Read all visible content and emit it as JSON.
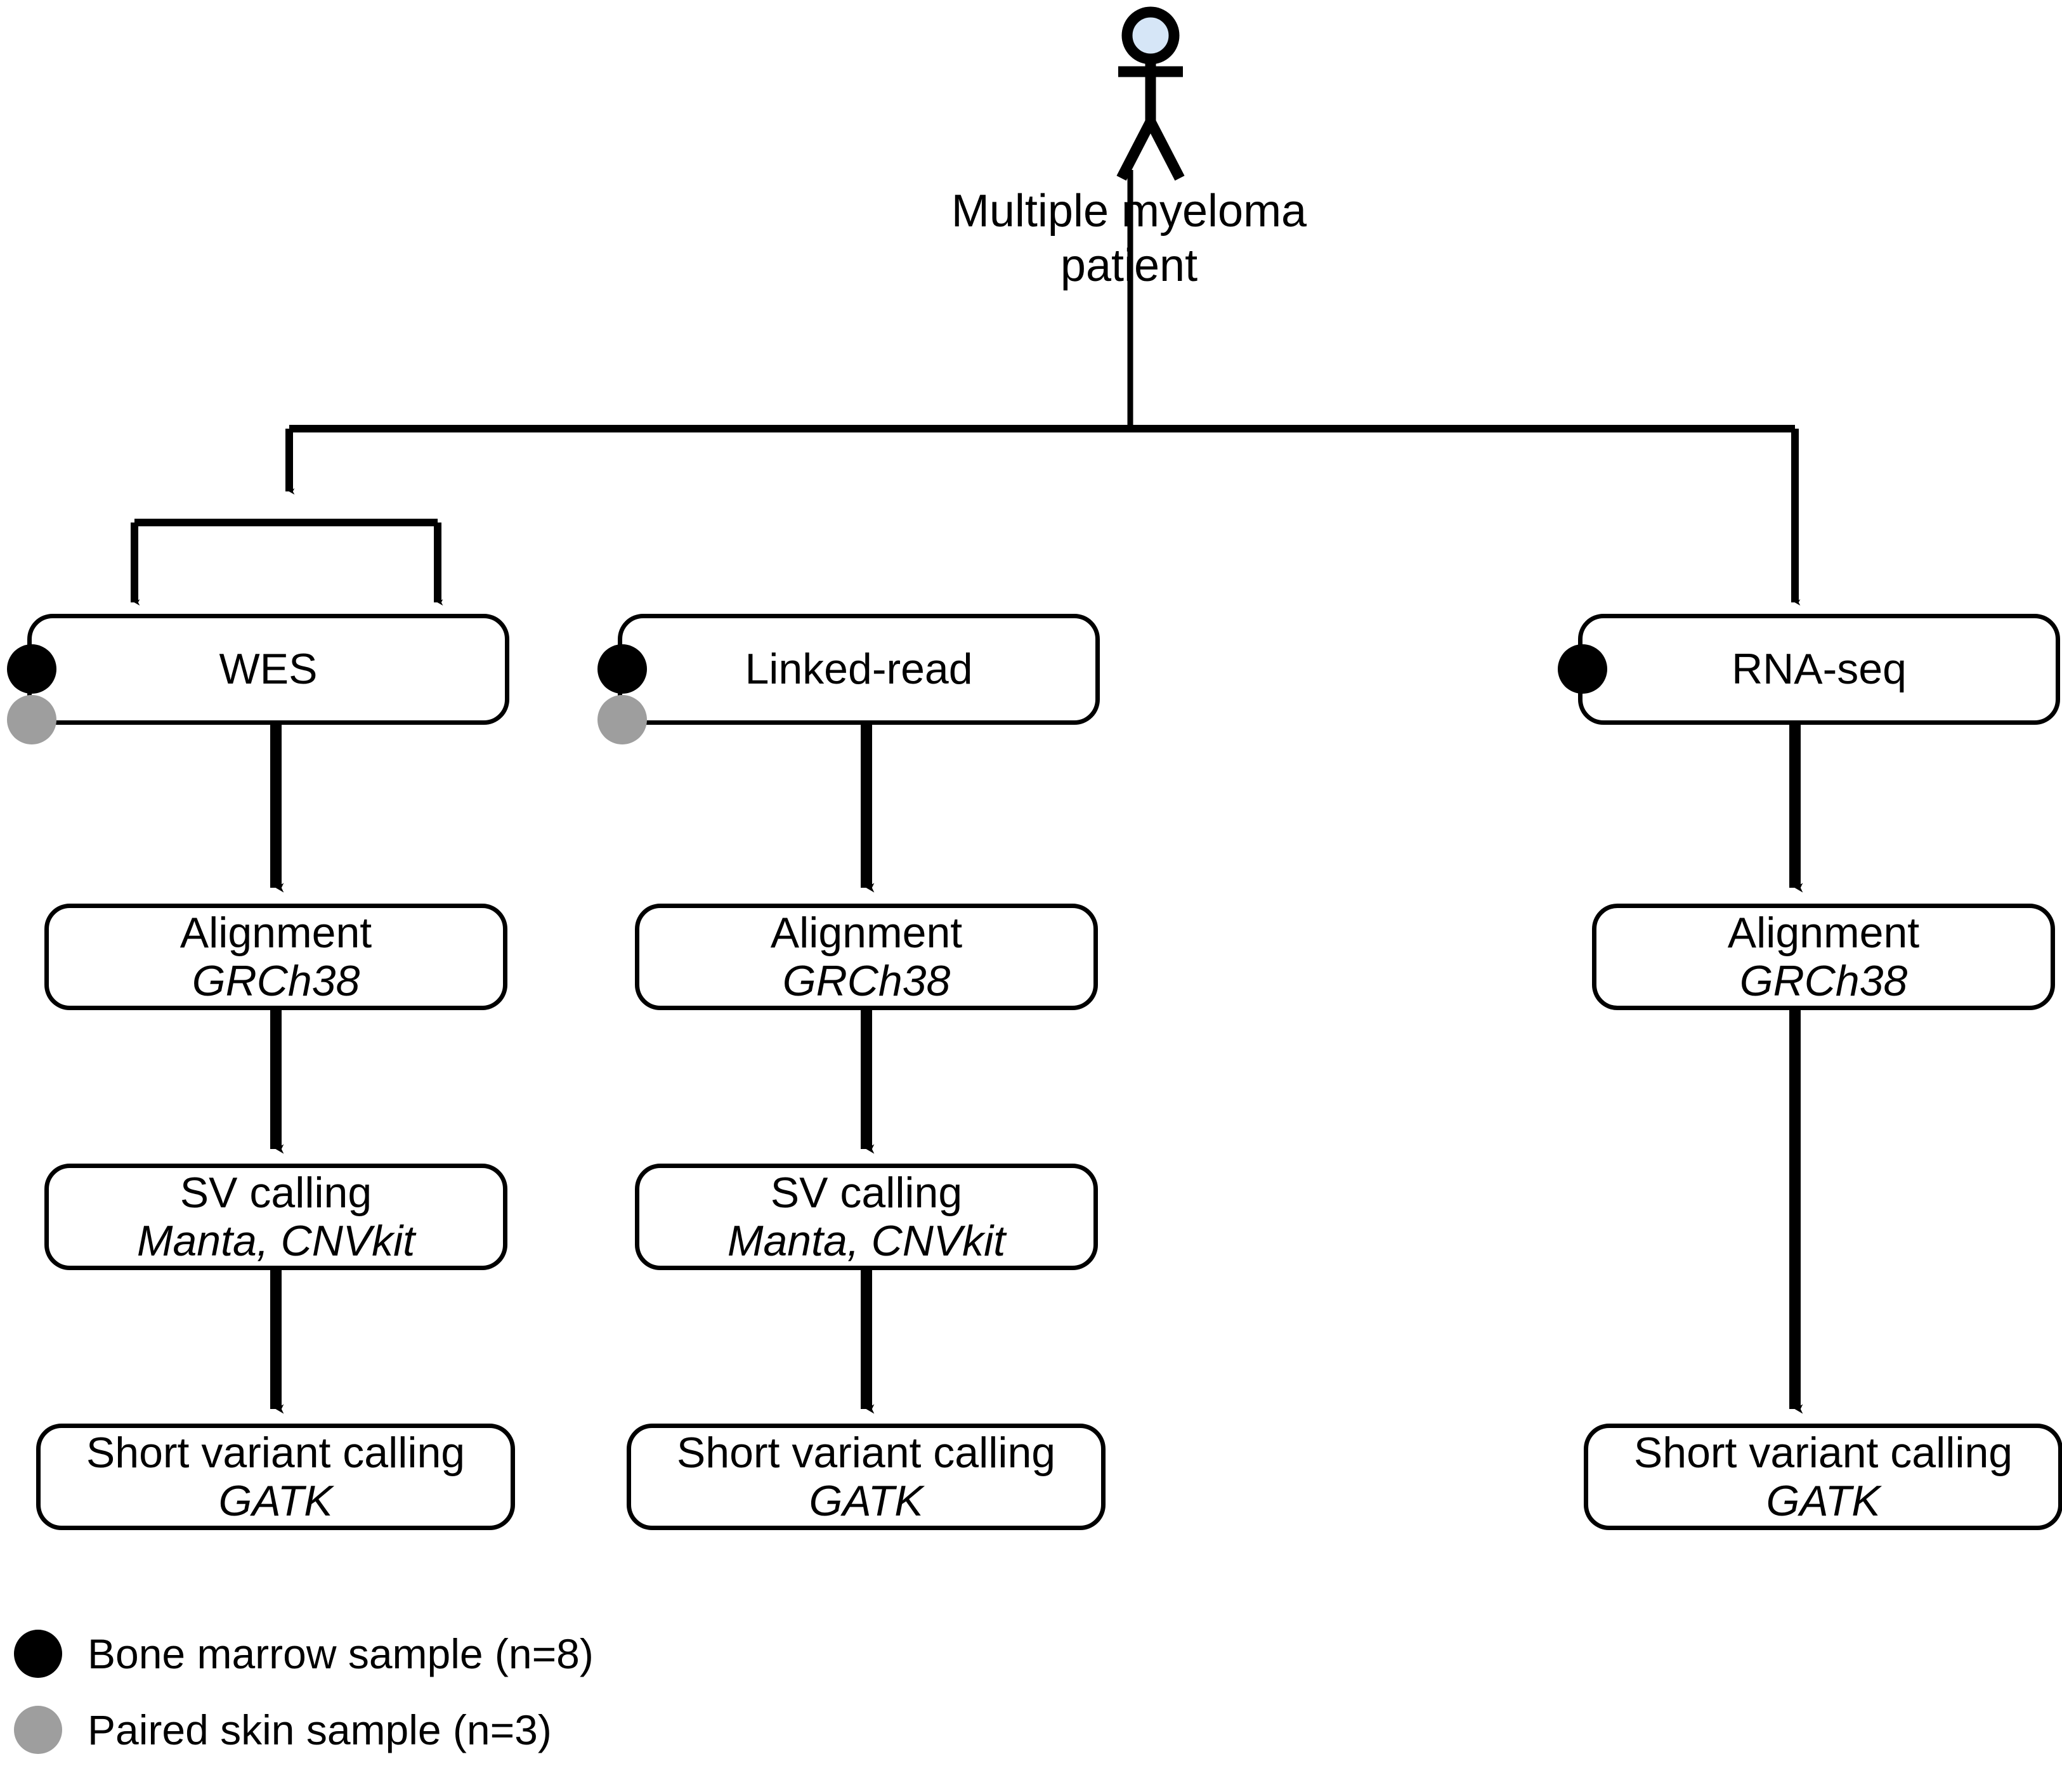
{
  "diagram": {
    "title": "Multiple myeloma sequencing analysis workflow",
    "colors": {
      "line": "#000000",
      "box_fill": "#ffffff",
      "bone_marrow_dot": "#000000",
      "paired_skin_dot": "#9e9e9e",
      "actor_head_fill": "#d6e6f7",
      "background": "#ffffff"
    },
    "actor": {
      "icon": "stick-figure-person-icon",
      "label_line1": "Multiple myeloma",
      "label_line2": "patient"
    },
    "columns": [
      {
        "id": "wes",
        "assay": {
          "label": "WES",
          "samples": [
            "bone-marrow",
            "paired-skin"
          ]
        },
        "steps": [
          {
            "title": "Alignment",
            "tool": "GRCh38"
          },
          {
            "title": "SV calling",
            "tool": "Manta, CNVkit"
          },
          {
            "title": "Short variant calling",
            "tool": "GATK"
          }
        ]
      },
      {
        "id": "linked-read",
        "assay": {
          "label": "Linked-read",
          "samples": [
            "bone-marrow",
            "paired-skin"
          ]
        },
        "steps": [
          {
            "title": "Alignment",
            "tool": "GRCh38"
          },
          {
            "title": "SV calling",
            "tool": "Manta, CNVkit"
          },
          {
            "title": "Short variant calling",
            "tool": "GATK"
          }
        ]
      },
      {
        "id": "rna-seq",
        "assay": {
          "label": "RNA-seq",
          "samples": [
            "bone-marrow"
          ]
        },
        "steps": [
          {
            "title": "Alignment",
            "tool": "GRCh38"
          },
          {
            "title": "Short variant calling",
            "tool": "GATK"
          }
        ]
      }
    ],
    "legend": [
      {
        "marker": "bone-marrow",
        "label": "Bone marrow sample (n=8)"
      },
      {
        "marker": "paired-skin",
        "label": "Paired skin sample (n=3)"
      }
    ]
  }
}
